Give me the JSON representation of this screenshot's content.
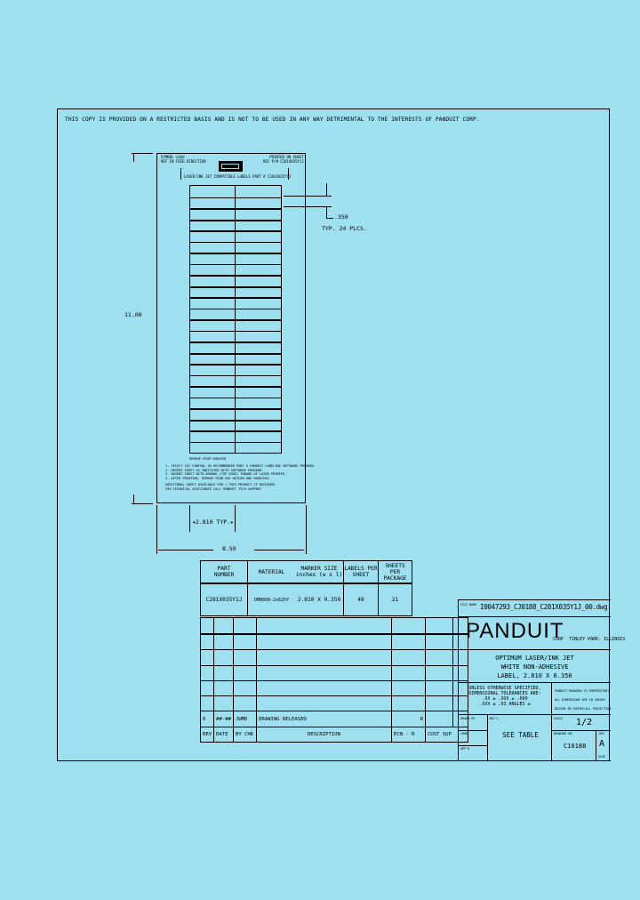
{
  "drawing": {
    "restriction_notice": "THIS COPY IS PROVIDED ON A RESTRICTED BASIS AND IS NOT TO BE USED IN ANY WAY DETRIMENTAL TO THE INTERESTS OF PANDUIT CORP.",
    "background_color": "#9EDFF0",
    "line_color": "#000000"
  },
  "sheet": {
    "header_left": [
      "SYMBOL LOGO",
      "REF IN FEED DIRECTION"
    ],
    "header_right": [
      "PRINTED ON SHEET",
      "REF P/N C281X035Y1J"
    ],
    "header_caption": "LASER/INK JET COMPATIBLE LABELS PART # C281X035Y1J",
    "grid": {
      "columns": 2,
      "rows": 24
    },
    "notes": {
      "callout": "REMOVE FROM CARRIER",
      "lines": [
        "1. SELECT CUT CONTROL AS RECOMMENDED PART & PANDUIT LABELING SOFTWARE PROGRAM.",
        "2. ORIENT SHEET AS INDICATED WITH SOFTWARE PROGRAM.",
        "3. ORIENT SHEET WITH ARROWS (TOP EDGE) TOWARD OF LASER PRINTER.",
        "4. AFTER PRINTING, REMOVE FROM USE WITHIN ONE HOUR/DAY."
      ],
      "footer": [
        "ADDITIONAL SHEET AVAILABLE FOR / THIS PRODUCT IF REQUIRED.",
        "FOR TECHNICAL ASSISTANCE CALL PANDUIT TECH SUPPORT"
      ]
    }
  },
  "dimensions": {
    "height": "11.00",
    "width": "8.50",
    "label_width": "2.810 TYP.",
    "label_height": ".350",
    "label_height_note": "TYP. 24 PLCS."
  },
  "part_table": {
    "headers": [
      "PART\nNUMBER",
      "MATERIAL",
      "MARKER SIZE\ninches (w x l)",
      "LABELS PER\nSHEET",
      "SHEETS PER\nPACKAGE"
    ],
    "header_lines": [
      [
        "PART",
        "NUMBER"
      ],
      [
        "MATERIAL"
      ],
      [
        "MARKER SIZE",
        "inches (w x l)"
      ],
      [
        "LABELS PER",
        "SHEET"
      ],
      [
        "SHEETS PER",
        "PACKAGE"
      ]
    ],
    "rows": [
      {
        "part_number": "C281X035Y1J",
        "material": "OMB600-2x625Y",
        "marker_size": "2.810 X 0.350",
        "labels_per_sheet": "48",
        "sheets_per_package": "21"
      }
    ]
  },
  "revision_block": {
    "columns": [
      "REV",
      "DATE",
      "BY",
      "CHK",
      "DESCRIPTION",
      "ECN",
      "R",
      "CUST",
      "SUP"
    ],
    "empty_rows": 6,
    "entries": [
      {
        "rev": "0",
        "date": "##-##",
        "by": "JWMD",
        "chk": "",
        "description": "DRAWING RELEASED",
        "ecn": "",
        "r": "R",
        "cust": "",
        "sup": ""
      }
    ]
  },
  "title_block": {
    "file_label": "FILE NAME",
    "file_name": "I0047293_CJ0188_C281X035Y1J_00.dwg",
    "company": "PANDUIT",
    "company_suffix": "CORP",
    "location": "TINLEY PARK, ILLINOIS",
    "title_lines": [
      "OPTIMUM LASER/INK JET",
      "WHITE NON-ADHESIVE",
      "LABEL, 2.810 X 0.350"
    ],
    "tolerance_lines": [
      "UNLESS OTHERWISE SPECIFIED,",
      "DIMENSIONAL TOLERANCES ARE:"
    ],
    "tolerance_values": [
      ".XX ±  .XXX ± .000",
      ".XXX ±  .03  ANGLES ±"
    ],
    "proprietary_lines": [
      "PANDUIT DRAWING IS PROPRIETARY",
      "ALL DIMENSIONS ARE IN INCHES",
      "DESIGN IN INCHES/ALL PROJECTION"
    ],
    "drawn_by_label": "DRAWN BY",
    "checked_label": "CHKD",
    "approved_label": "APP'D",
    "material_label": "MAT'L",
    "material_value": "SEE TABLE",
    "scale_label": "SCALE",
    "scale_value": "1/2",
    "drawing_no_label": "DRAWING NO.",
    "drawing_no_value": "C10188",
    "rev_label": "REV",
    "rev_value": "A",
    "size_value": "SIZE"
  }
}
